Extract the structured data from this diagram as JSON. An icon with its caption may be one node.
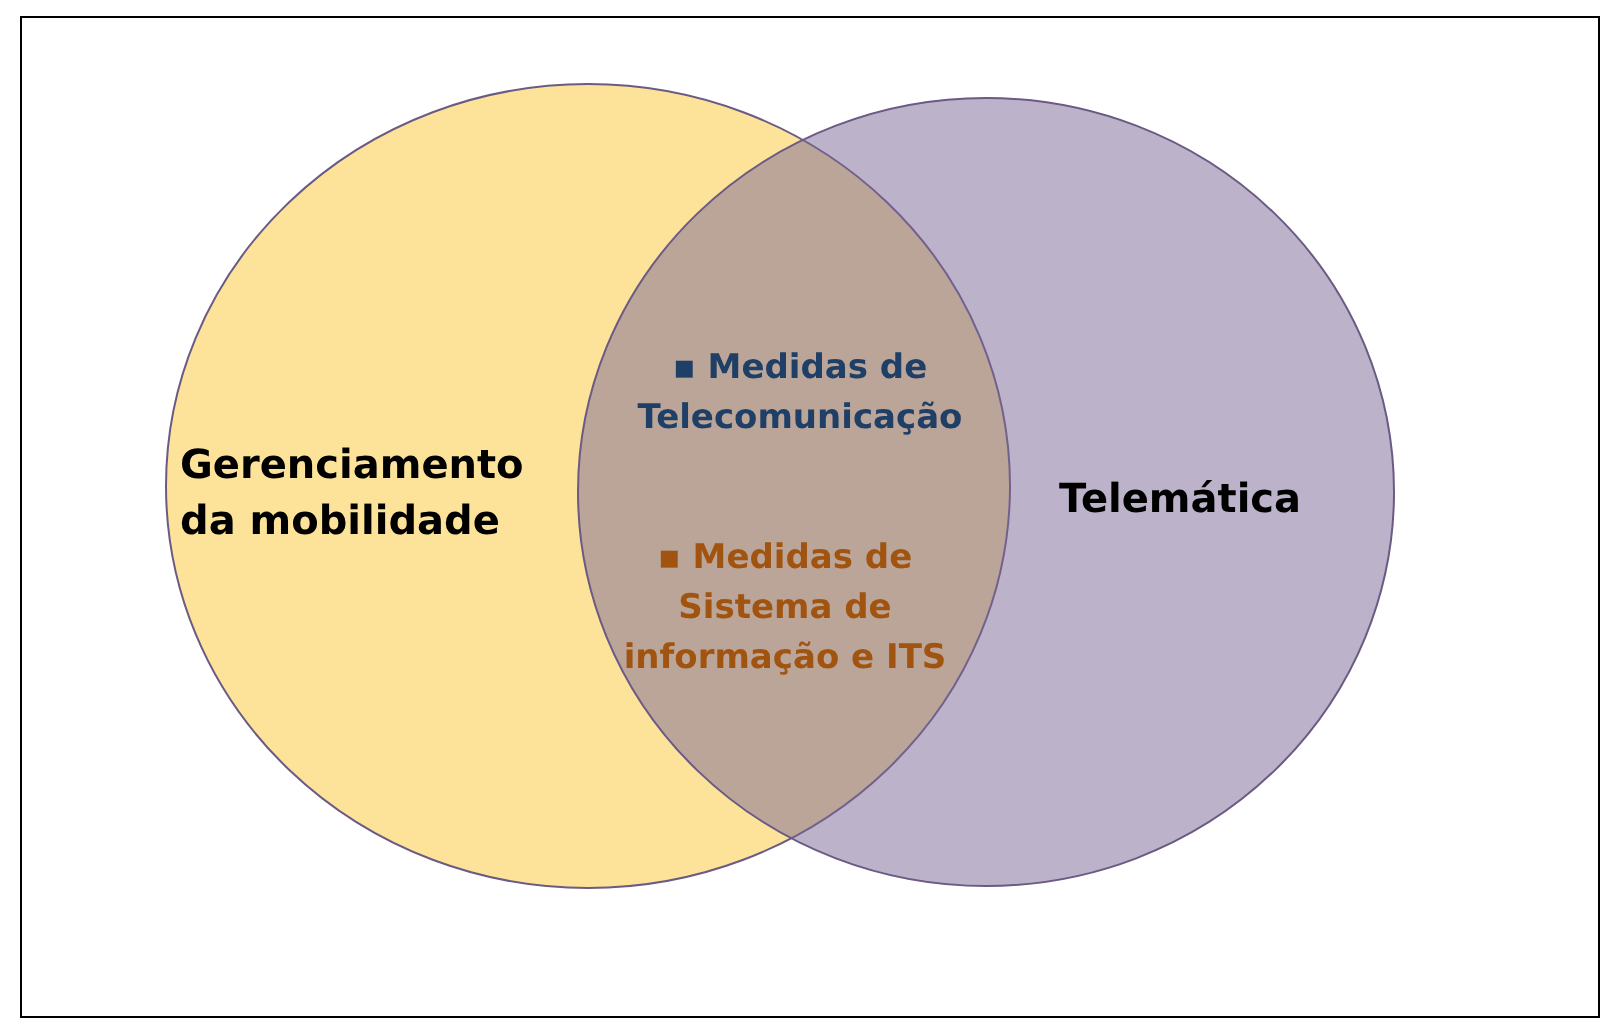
{
  "diagram": {
    "nodes": [
      {
        "text": [
          "Gerenciamento da mobilidade"
        ]
      },
      {
        "text": [
          "Telemática"
        ]
      }
    ],
    "edges": [],
    "labels": [
      "▪ Medidas de Telecomunicação",
      "▪ Medidas de Sistema de informação e ITS"
    ]
  }
}
